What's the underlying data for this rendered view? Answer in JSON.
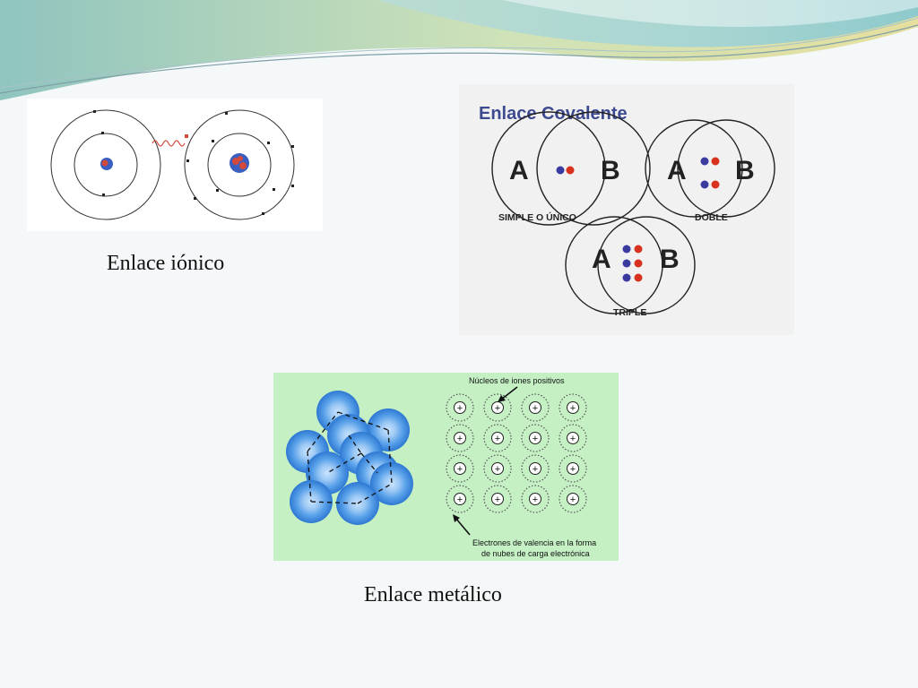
{
  "captions": {
    "ionic": "Enlace iónico",
    "metallic": "Enlace metálico"
  },
  "covalent": {
    "title": "Enlace Covalente",
    "atom_a": "A",
    "atom_b": "B",
    "bond_simple": "SIMPLE O ÚNICO",
    "bond_double": "DOBLE",
    "bond_triple": "TRIPLE"
  },
  "metallic": {
    "nuclei_label": "Núcleos de iones positivos",
    "electrons_label_line1": "Electrones de valencia en la forma",
    "electrons_label_line2": "de nubes de carga electrónica",
    "ion_symbol": "+"
  },
  "colors": {
    "electron_blue": "#3a3aa0",
    "electron_red": "#d8321f",
    "metal_background": "#c4f0c4",
    "sphere_blue": "#3d8fe0",
    "banner_teal": "#8fc9c9",
    "banner_yellow": "#e3de9c"
  }
}
